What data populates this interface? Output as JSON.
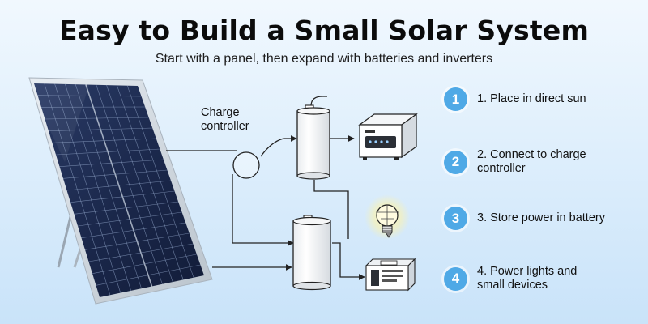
{
  "title": "Easy to Build a Small Solar System",
  "subtitle": "Start with a panel, then expand with batteries and inverters",
  "charge_controller_label": "Charge controller",
  "steps": [
    {
      "number": "1",
      "label": "1. Place in direct sun"
    },
    {
      "number": "2",
      "label": "2. Connect to charge controller"
    },
    {
      "number": "3",
      "label": "3. Store power in battery"
    },
    {
      "number": "4",
      "label": "4. Power lights and small devices"
    }
  ],
  "colors": {
    "accent": "#4fa9e6",
    "panel_cell": "#1c2a4f",
    "wire": "#222222"
  }
}
